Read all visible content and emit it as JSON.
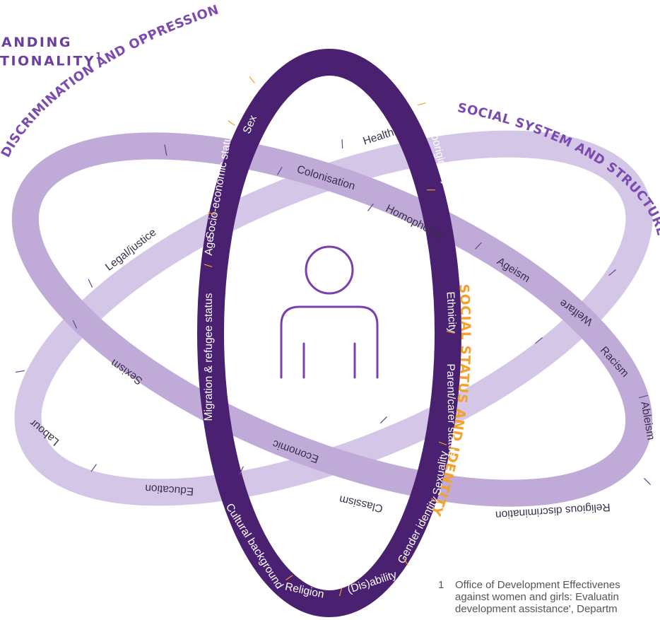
{
  "heading": {
    "line1": "ANDING",
    "line2": "TIONALITY",
    "sup": "1"
  },
  "rings": {
    "social_status": {
      "title": "SOCIAL STATUS AND IDENTITY",
      "items": [
        "Sex",
        "Socio-economic status",
        "Age",
        "Migration & refugee status",
        "Cultural background",
        "Religion",
        "(Dis)ability",
        "Gender identity",
        "Sexuality",
        "Parent/carer status",
        "Ethnicity",
        "Aboriginality"
      ]
    },
    "social_system": {
      "title": "SOCIAL SYSTEM AND STRUCTURE",
      "items": [
        "Health",
        "Legal/justice",
        "Labour",
        "Education",
        "Economic",
        "Welfare"
      ]
    },
    "discrimination": {
      "title": "DISCRIMINATION AND OPPRESSION",
      "items": [
        "Colonisation",
        "Homophobia",
        "Ageism",
        "Racism",
        "Ableism",
        "Religious discrimination",
        "Classism",
        "Sexism"
      ]
    }
  },
  "footnote": {
    "number": "1",
    "line1": "Office of Development Effectivenes",
    "line2": "against women and girls: Evaluatin",
    "line3": "development assistance', Departm"
  },
  "colors": {
    "social_status_ring": "#4a2070",
    "discrimination_ring": "#bfaad8",
    "social_system_ring": "#d3c6e6",
    "heading": "#6b3fa0",
    "separator_on_dark": "#f39c2a",
    "person_icon": "#7c3fb0"
  },
  "icon": "person-icon"
}
